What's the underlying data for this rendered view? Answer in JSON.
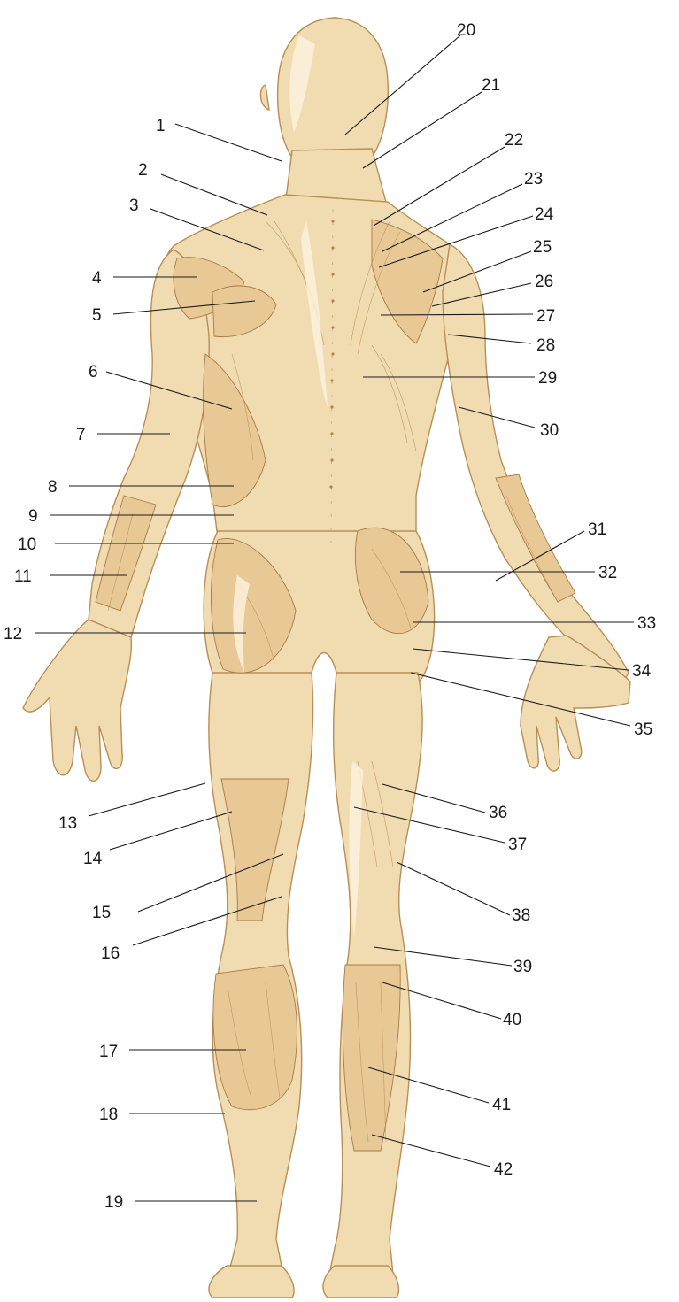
{
  "figure": {
    "subject": "posterior-view-muscular-system",
    "colors": {
      "skin": "#f1dcb2",
      "muscle": "#e8c996",
      "outline": "#a57a45",
      "label": "#1a1a1a",
      "background": "#ffffff"
    }
  },
  "labels": [
    {
      "id": "1",
      "text": "1"
    },
    {
      "id": "2",
      "text": "2"
    },
    {
      "id": "3",
      "text": "3"
    },
    {
      "id": "4",
      "text": "4"
    },
    {
      "id": "5",
      "text": "5"
    },
    {
      "id": "6",
      "text": "6"
    },
    {
      "id": "7",
      "text": "7"
    },
    {
      "id": "8",
      "text": "8"
    },
    {
      "id": "9",
      "text": "9"
    },
    {
      "id": "10",
      "text": "10"
    },
    {
      "id": "11",
      "text": "11"
    },
    {
      "id": "12",
      "text": "12"
    },
    {
      "id": "13",
      "text": "13"
    },
    {
      "id": "14",
      "text": "14"
    },
    {
      "id": "15",
      "text": "15"
    },
    {
      "id": "16",
      "text": "16"
    },
    {
      "id": "17",
      "text": "17"
    },
    {
      "id": "18",
      "text": "18"
    },
    {
      "id": "19",
      "text": "19"
    },
    {
      "id": "20",
      "text": "20"
    },
    {
      "id": "21",
      "text": "21"
    },
    {
      "id": "22",
      "text": "22"
    },
    {
      "id": "23",
      "text": "23"
    },
    {
      "id": "24",
      "text": "24"
    },
    {
      "id": "25",
      "text": "25"
    },
    {
      "id": "26",
      "text": "26"
    },
    {
      "id": "27",
      "text": "27"
    },
    {
      "id": "28",
      "text": "28"
    },
    {
      "id": "29",
      "text": "29"
    },
    {
      "id": "30",
      "text": "30"
    },
    {
      "id": "31",
      "text": "31"
    },
    {
      "id": "32",
      "text": "32"
    },
    {
      "id": "33",
      "text": "33"
    },
    {
      "id": "34",
      "text": "34"
    },
    {
      "id": "35",
      "text": "35"
    },
    {
      "id": "36",
      "text": "36"
    },
    {
      "id": "37",
      "text": "37"
    },
    {
      "id": "38",
      "text": "38"
    },
    {
      "id": "39",
      "text": "39"
    },
    {
      "id": "40",
      "text": "40"
    },
    {
      "id": "41",
      "text": "41"
    },
    {
      "id": "42",
      "text": "42"
    }
  ]
}
